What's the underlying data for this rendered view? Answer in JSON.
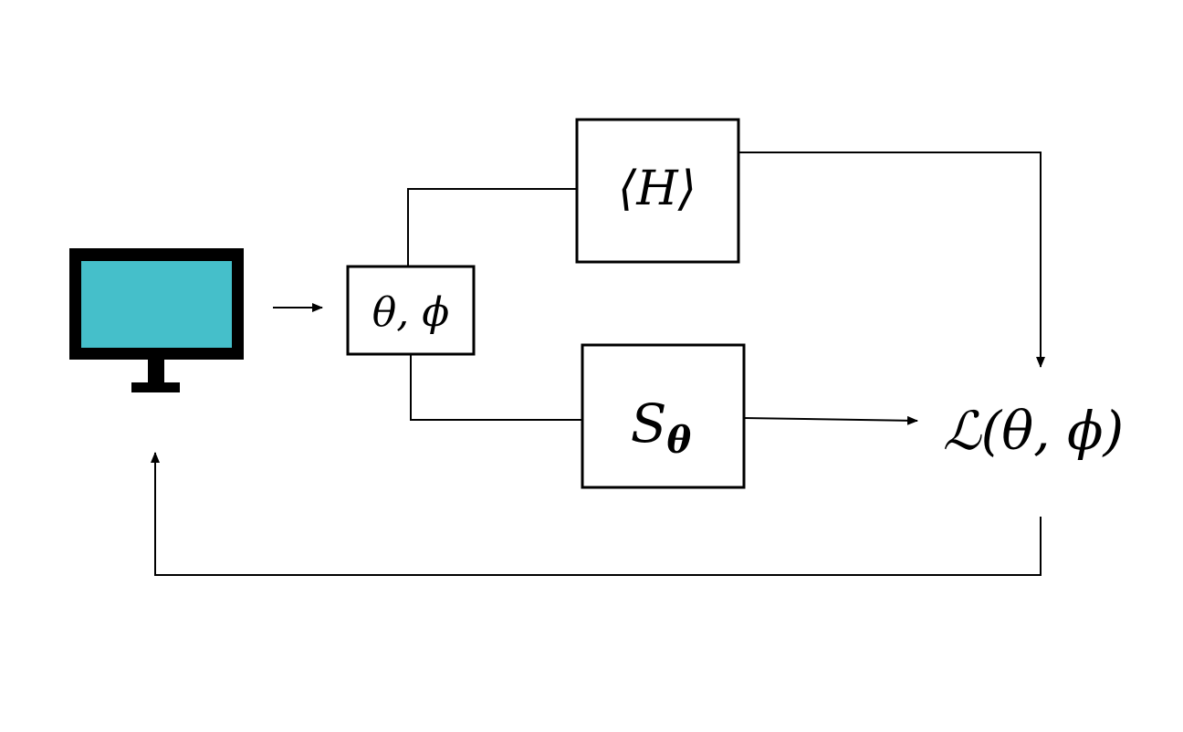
{
  "diagram": {
    "params_node": {
      "label": "θ, ϕ"
    },
    "hamiltonian_node": {
      "label": "⟨H⟩"
    },
    "action_node": {
      "label": "S",
      "subscript": "θ"
    },
    "loss_node": {
      "symbol": "ℒ",
      "args": "(θ, ϕ)"
    },
    "computer": {
      "screen_color": "#45bfca",
      "frame_color": "#000000"
    }
  }
}
